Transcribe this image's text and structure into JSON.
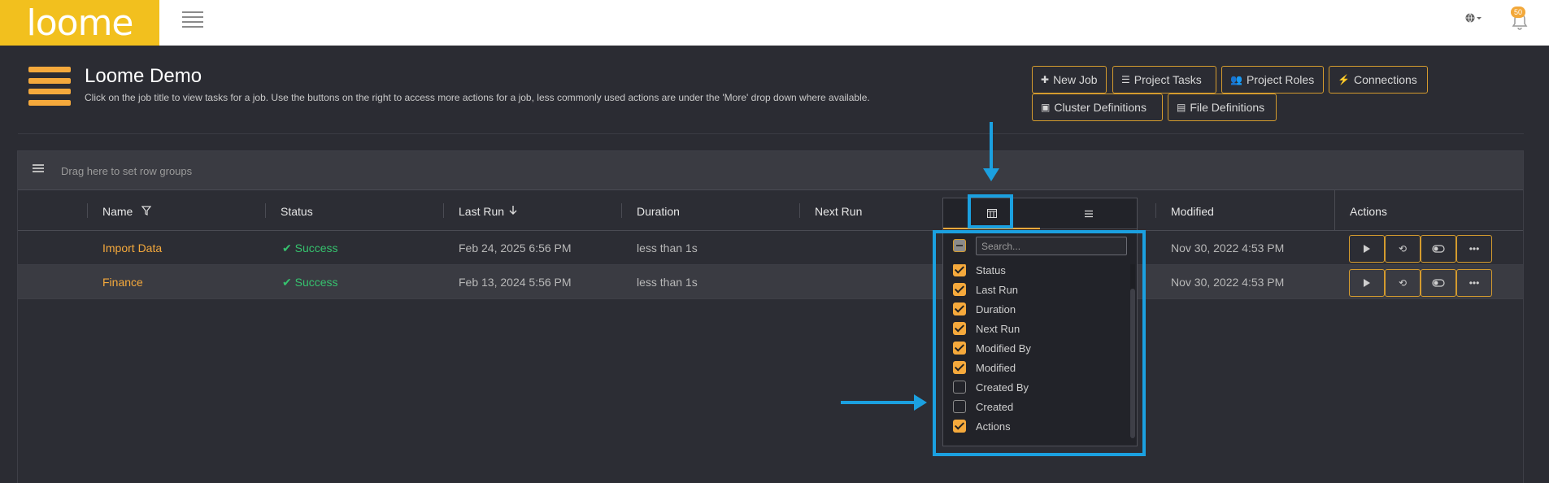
{
  "app": {
    "logo_text": "loome",
    "notifications_count": "50"
  },
  "page": {
    "title": "Loome Demo",
    "subtitle": "Click on the job title to view tasks for a job. Use the buttons on the right to access more actions for a job, less commonly used actions are under the 'More' drop down where available."
  },
  "toolbar": {
    "buttons": [
      {
        "label": "New Job",
        "icon": "plus-icon"
      },
      {
        "label": "Project Tasks",
        "icon": "tasks-icon"
      },
      {
        "label": "Project Roles",
        "icon": "users-icon"
      },
      {
        "label": "Connections",
        "icon": "plug-icon"
      },
      {
        "label": "Cluster Definitions",
        "icon": "cluster-icon"
      },
      {
        "label": "File Definitions",
        "icon": "file-icon"
      }
    ]
  },
  "grid": {
    "group_panel_text": "Drag here to set row groups",
    "columns": [
      "Name",
      "Status",
      "Last Run",
      "Duration",
      "Next Run",
      "Modified",
      "Actions"
    ],
    "rows": [
      {
        "name": "Import Data",
        "status": "Success",
        "last_run": "Feb 24, 2025 6:56 PM",
        "duration": "less than 1s",
        "next_run": "",
        "modified": "Nov 30, 2022 4:53 PM"
      },
      {
        "name": "Finance",
        "status": "Success",
        "last_run": "Feb 13, 2024 5:56 PM",
        "duration": "less than 1s",
        "next_run": "",
        "modified": "Nov 30, 2022 4:53 PM"
      }
    ]
  },
  "column_panel": {
    "search_placeholder": "Search...",
    "items": [
      {
        "label": "Status",
        "checked": true
      },
      {
        "label": "Last Run",
        "checked": true
      },
      {
        "label": "Duration",
        "checked": true
      },
      {
        "label": "Next Run",
        "checked": true
      },
      {
        "label": "Modified By",
        "checked": true
      },
      {
        "label": "Modified",
        "checked": true
      },
      {
        "label": "Created By",
        "checked": false
      },
      {
        "label": "Created",
        "checked": false
      },
      {
        "label": "Actions",
        "checked": true
      }
    ]
  },
  "colors": {
    "accent": "#f5a93c",
    "success": "#36c26e",
    "annotation": "#1ba0e0"
  }
}
